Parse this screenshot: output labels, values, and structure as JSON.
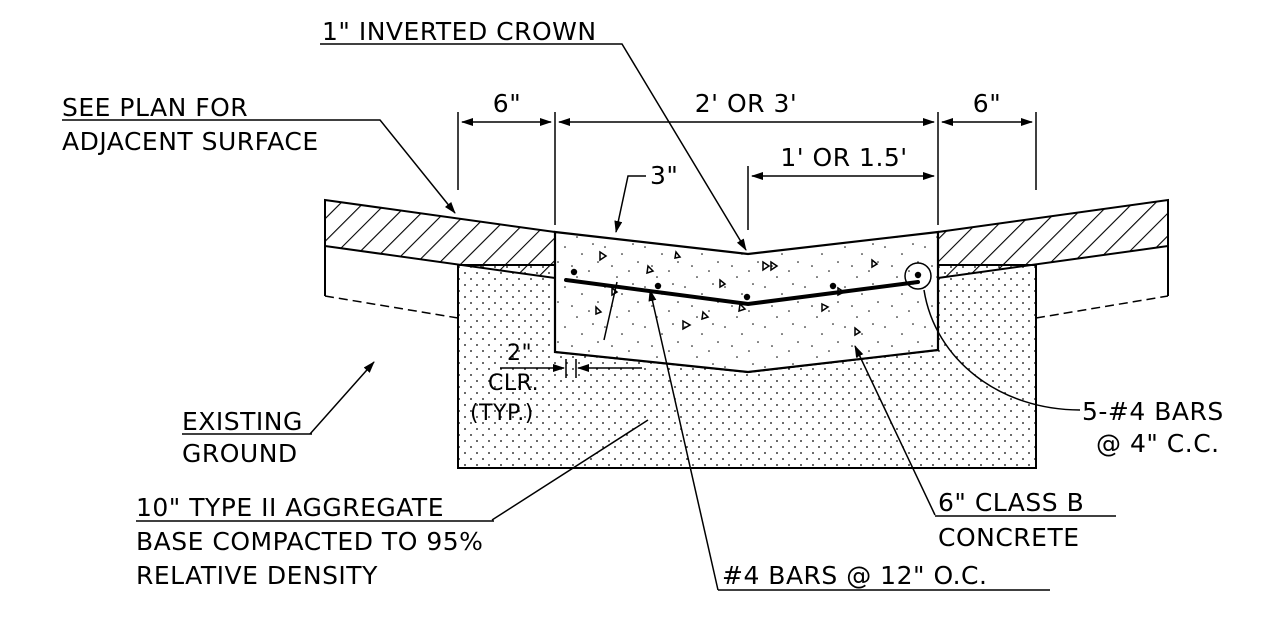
{
  "labels": {
    "crown": "1\" INVERTED CROWN",
    "see_plan_1": "SEE PLAN FOR",
    "see_plan_2": "ADJACENT SURFACE",
    "dim_left": "6\"",
    "dim_center": "2' OR 3'",
    "dim_right": "6\"",
    "dim_half": "1' OR 1.5'",
    "dim_3in": "3\"",
    "clr_1": "2\"",
    "clr_2": "CLR.",
    "clr_3": "(TYP.)",
    "existing_1": "EXISTING",
    "existing_2": "GROUND",
    "aggregate_1": "10\" TYPE II AGGREGATE",
    "aggregate_2": "BASE COMPACTED TO 95%",
    "aggregate_3": "RELATIVE DENSITY",
    "bars_long": "#4 BARS @ 12\" O.C.",
    "bars_5_1": "5-#4 BARS",
    "bars_5_2": "@ 4\" C.C.",
    "concrete_1": "6\" CLASS B",
    "concrete_2": "CONCRETE"
  }
}
